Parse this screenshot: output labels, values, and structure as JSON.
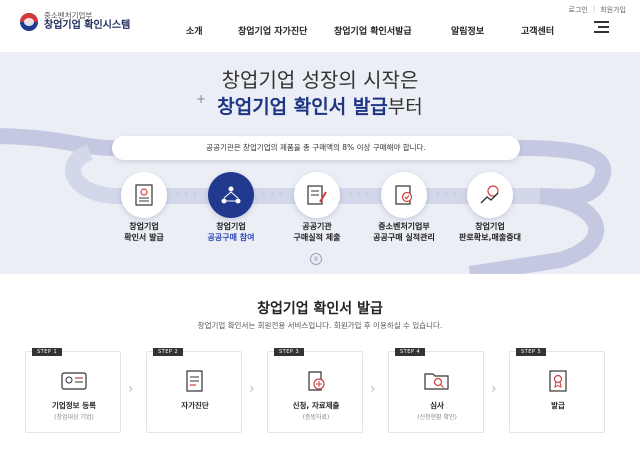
{
  "header": {
    "ministry": "중소벤처기업부",
    "site_name": "창업기업 확인시스템",
    "utility": {
      "login": "로그인",
      "separator": "|",
      "signup": "회원가입"
    },
    "nav": [
      "소개",
      "창업기업 자가진단",
      "창업기업 확인서발급",
      "알림정보",
      "고객센터"
    ]
  },
  "hero": {
    "headline_1": "창업기업 성장의 시작은",
    "headline_2_bold": "창업기업 확인서 발급",
    "headline_2_suffix": "부터",
    "plus": "+",
    "notice": "공공기관은 창업기업의 제품을 총 구매액의 8% 이상 구매해야 합니다.",
    "dots": "› › ›",
    "steps": [
      {
        "line1": "창업기업",
        "line2": "확인서 발급",
        "icon": "certificate-icon"
      },
      {
        "line1": "창업기업",
        "line2": "공공구매 참여",
        "icon": "network-icon"
      },
      {
        "line1": "공공기관",
        "line2": "구매실적 제출",
        "icon": "document-pen-icon"
      },
      {
        "line1": "중소벤처기업부",
        "line2": "공공구매 실적관리",
        "icon": "checklist-icon"
      },
      {
        "line1": "창업기업",
        "line2": "판로확보,매출증대",
        "icon": "growth-icon"
      }
    ],
    "pause": "II"
  },
  "issue": {
    "title": "창업기업 확인서 발급",
    "subtitle": "창업기업 확인서는 회원전용 서비스입니다. 회원가입 후 이용하실 수 있습니다.",
    "chevron": "›",
    "cards": [
      {
        "step": "STEP 1",
        "label": "기업정보 등록",
        "note": "(창업대상 기업)",
        "icon": "id-card-icon"
      },
      {
        "step": "STEP 2",
        "label": "자가진단",
        "note": "",
        "icon": "checklist-icon"
      },
      {
        "step": "STEP 3",
        "label": "신청, 자료제출",
        "note": "(증빙자료)",
        "icon": "submit-document-icon"
      },
      {
        "step": "STEP 4",
        "label": "심사",
        "note": "(신청현황 확인)",
        "icon": "folder-search-icon"
      },
      {
        "step": "STEP 5",
        "label": "발급",
        "note": "",
        "icon": "certificate-badge-icon"
      }
    ]
  },
  "colors": {
    "navy": "#1d3585",
    "active_step": "#223a8e",
    "hero_bg": "#eceef6",
    "road": "#c4c9e1"
  }
}
